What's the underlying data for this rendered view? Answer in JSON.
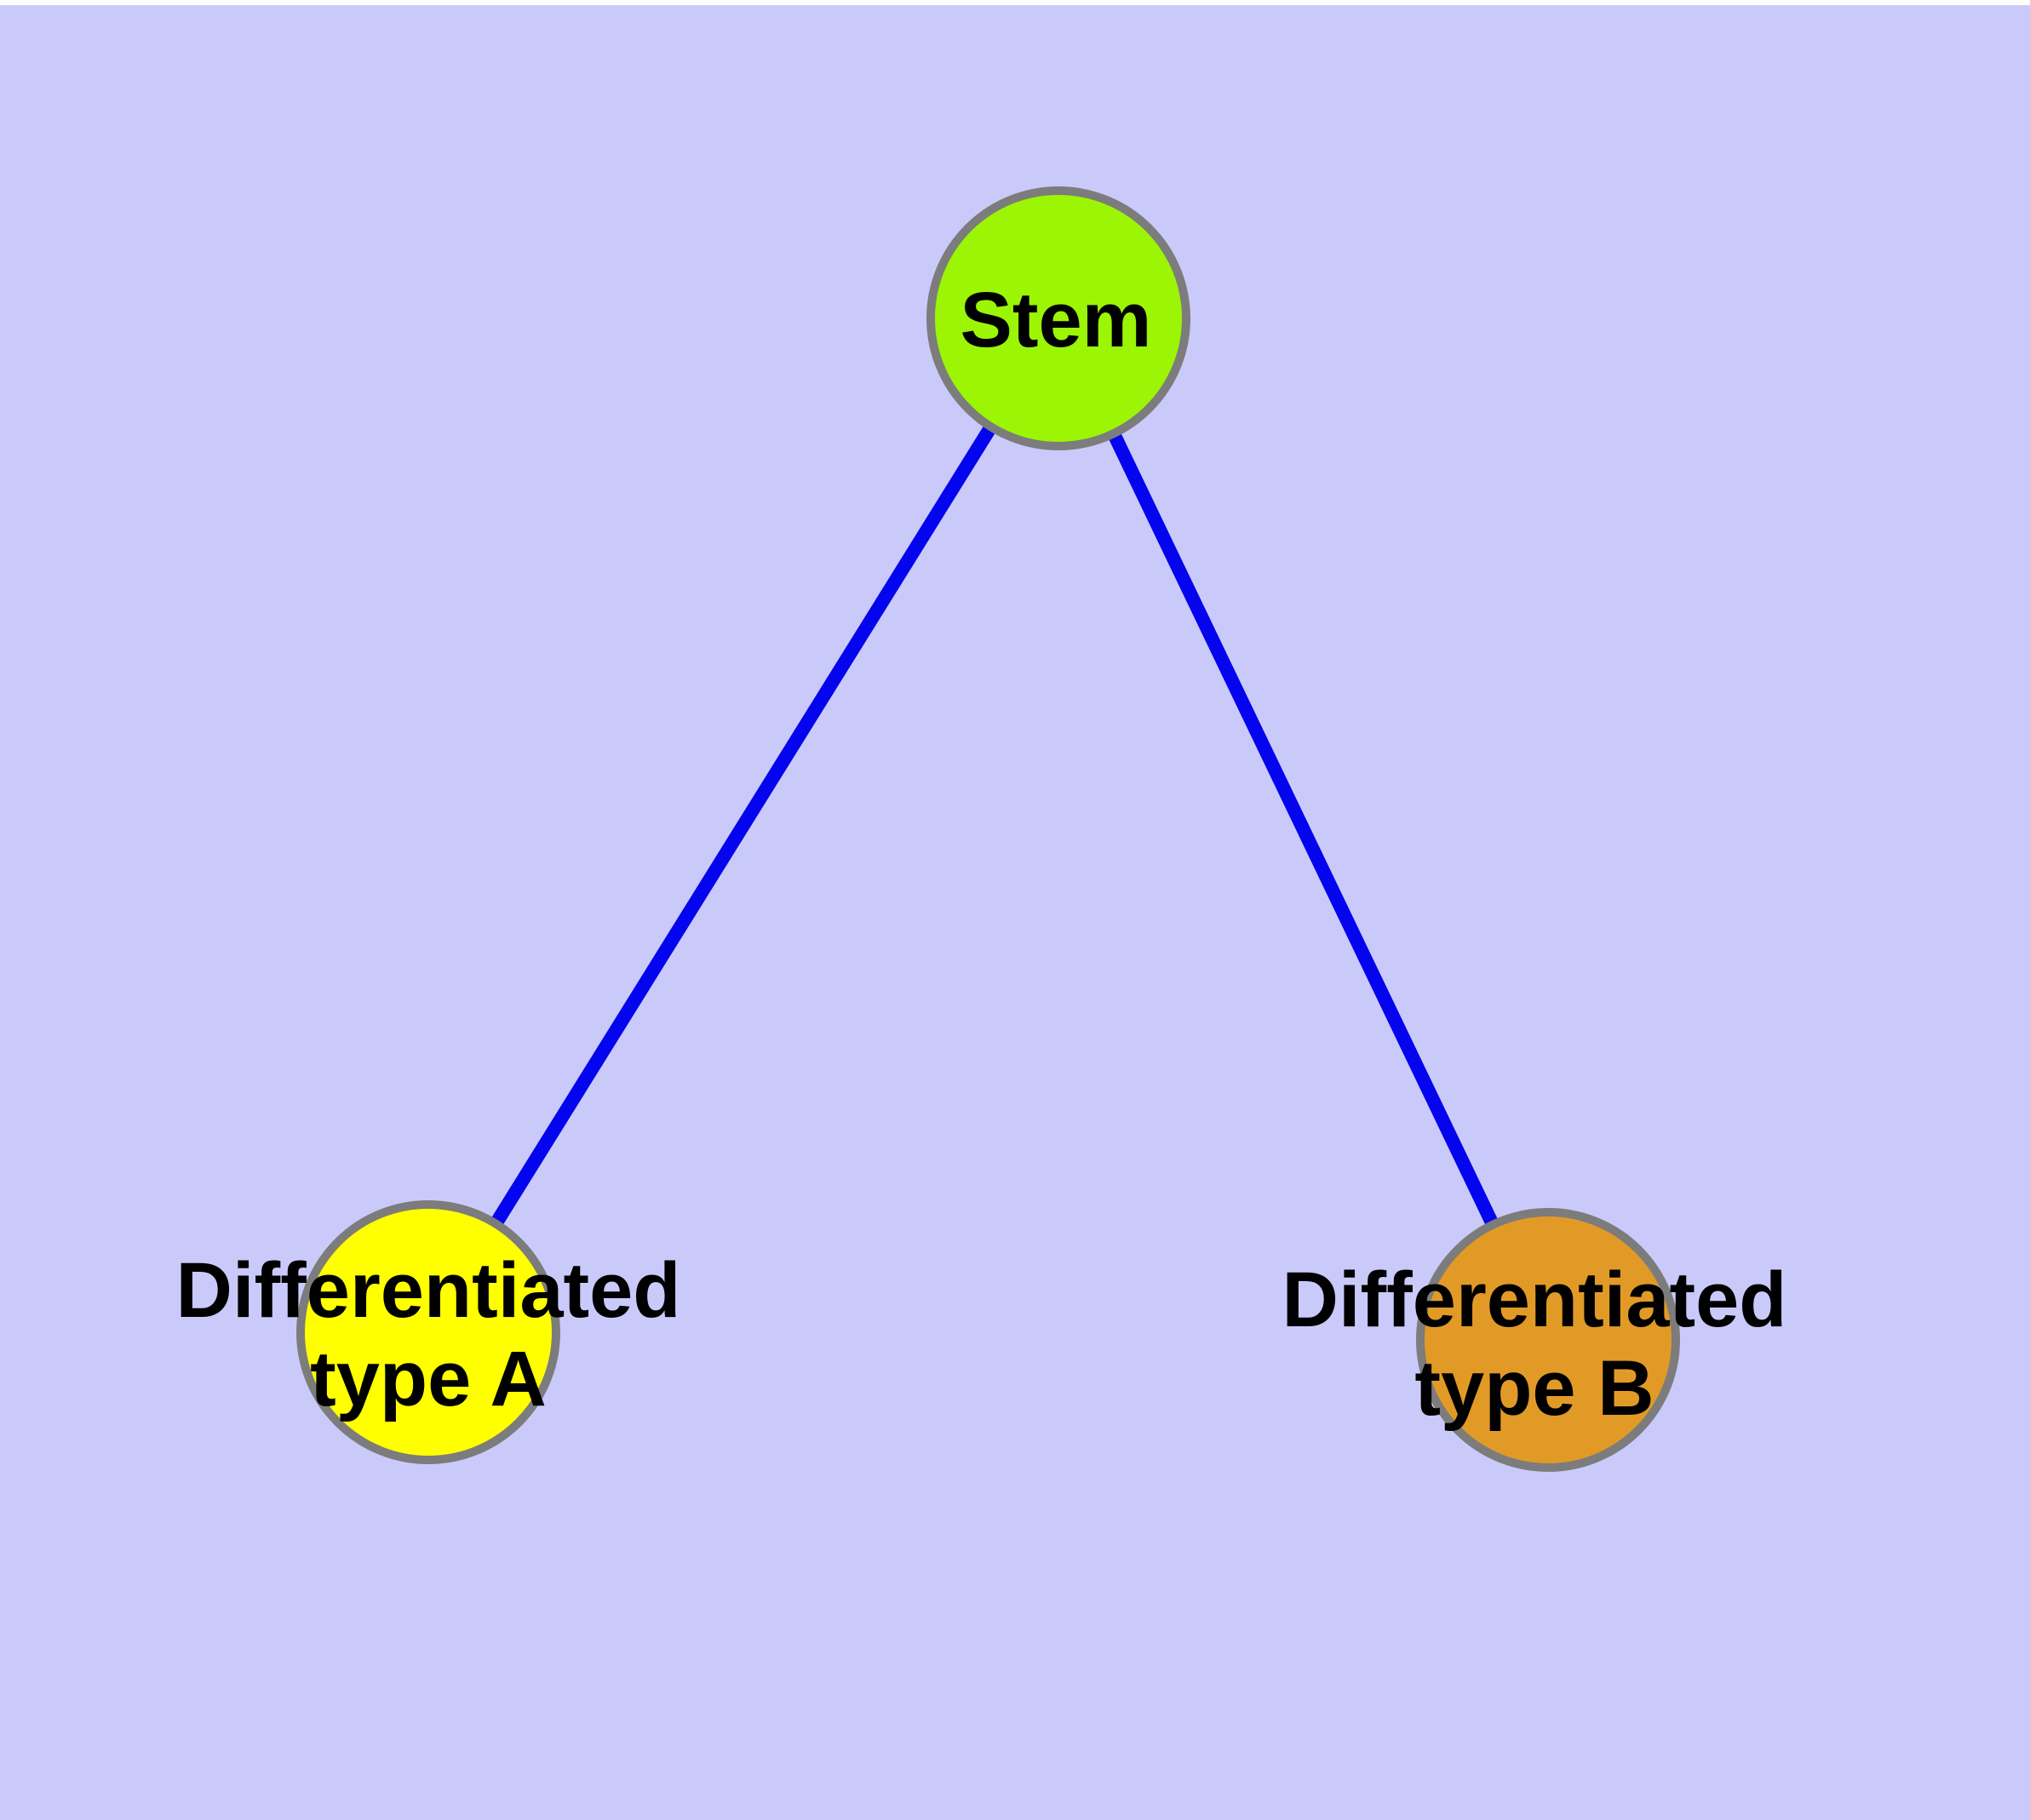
{
  "diagram": {
    "type": "node-link-graph",
    "background_color": "#cacafa",
    "page_margin_color": "#ffffff",
    "edge_color": "#0404ee",
    "node_border_color": "#7c7c7c",
    "label_color": "#000000",
    "nodes": {
      "stem": {
        "id": "stem",
        "label": "Stem",
        "color": "#9bf505"
      },
      "type_a": {
        "id": "type_a",
        "label_line1": "Differentiated",
        "label_line2": "type A",
        "color": "#ffff00"
      },
      "type_b": {
        "id": "type_b",
        "label_line1": "Differentiated",
        "label_line2": "type B",
        "color": "#e29a27"
      }
    },
    "edges": [
      {
        "from": "Stem",
        "to": "Differentiated type A"
      },
      {
        "from": "Stem",
        "to": "Differentiated type B"
      }
    ]
  }
}
